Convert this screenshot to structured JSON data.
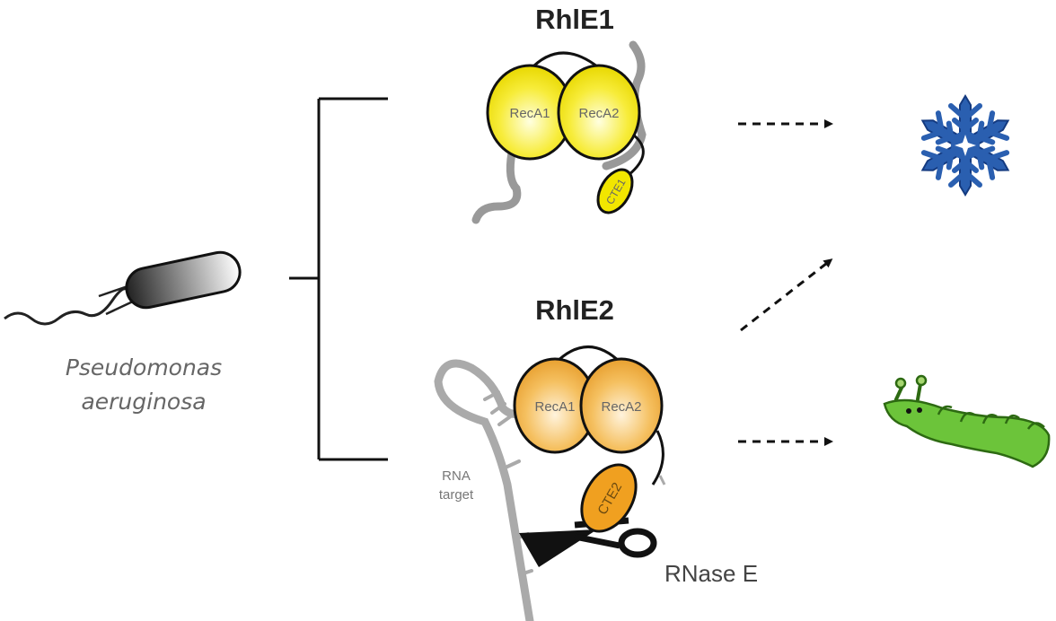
{
  "organism": {
    "line1": "Pseudomonas",
    "line2": "aeruginosa"
  },
  "proteins": [
    {
      "name": "RhlE1",
      "domain1": "RecA1",
      "domain2": "RecA2",
      "cte": "CTE1",
      "color": "#f2e600"
    },
    {
      "name": "RhlE2",
      "domain1": "RecA1",
      "domain2": "RecA2",
      "cte": "CTE2",
      "color": "#f0a020"
    }
  ],
  "rna_label": {
    "line1": "RNA",
    "line2": "target"
  },
  "nuclease": "RNase E",
  "outcomes": [
    {
      "icon": "snowflake-icon",
      "color": "#2a5fb0"
    },
    {
      "icon": "caterpillar-icon",
      "color": "#5cb82e"
    }
  ]
}
